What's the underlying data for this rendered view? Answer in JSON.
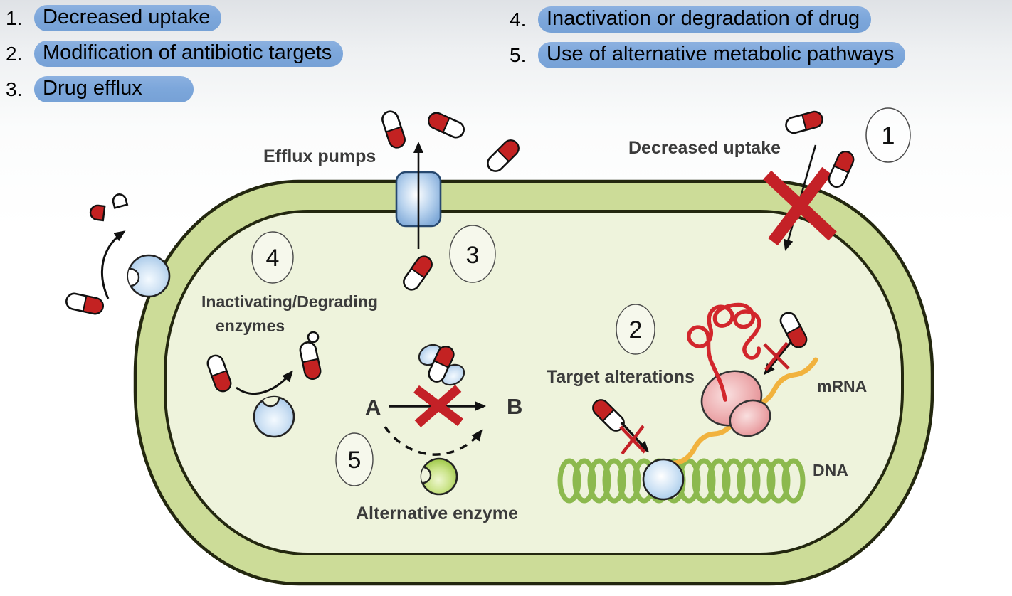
{
  "legend": {
    "items": [
      {
        "number": "1.",
        "label": "Decreased uptake"
      },
      {
        "number": "2.",
        "label": "Modification of antibiotic targets"
      },
      {
        "number": "3.",
        "label": "Drug efflux"
      },
      {
        "number": "4.",
        "label": "Inactivation or degradation of drug"
      },
      {
        "number": "5.",
        "label": "Use of alternative metabolic pathways"
      }
    ],
    "highlight_color": "#7da7db",
    "text_color": "#000000"
  },
  "diagram": {
    "labels": {
      "efflux_pumps": "Efflux pumps",
      "decreased_uptake": "Decreased uptake",
      "inactivating_line1": "Inactivating/Degrading",
      "inactivating_line2": "enzymes",
      "target_alterations": "Target alterations",
      "alternative_enzyme": "Alternative enzyme",
      "mrna": "mRNA",
      "dna": "DNA",
      "substrate_a": "A",
      "product_b": "B"
    },
    "step_numbers": [
      "1",
      "2",
      "3",
      "4",
      "5"
    ],
    "colors": {
      "membrane_fill": "#ccdc98",
      "membrane_outline": "#23270f",
      "cytoplasm": "#eef3dc",
      "pill_red": "#c32222",
      "pill_white": "#ffffff",
      "efflux_pump_blue": "#7fa9d8",
      "enzyme_blue": "#9fc3e6",
      "enzyme_green": "#96c23c",
      "ribosome_pink": "#e2888d",
      "mrna_orange": "#f1b23e",
      "dna_green": "#8cb94e",
      "block_x_red": "#c42127",
      "label_gray": "#3b3b3b"
    }
  }
}
